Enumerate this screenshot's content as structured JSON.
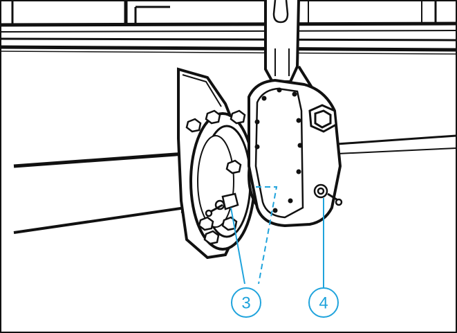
{
  "figure": {
    "callouts": [
      {
        "id": "3",
        "label": "3"
      },
      {
        "id": "4",
        "label": "4"
      }
    ],
    "colors": {
      "line": "#111111",
      "callout": "#1fa3dc",
      "background": "#ffffff"
    }
  }
}
